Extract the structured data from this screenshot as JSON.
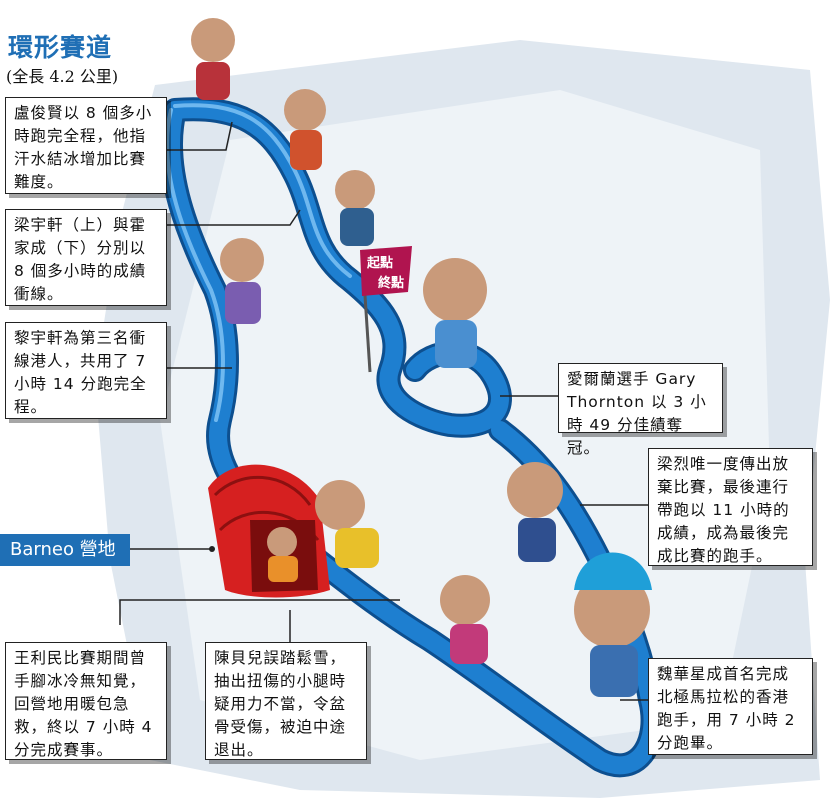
{
  "header": {
    "title": "環形賽道",
    "subtitle": "(全長 4.2 公里)"
  },
  "flag": {
    "line1": "起點",
    "line2": "終點"
  },
  "camp": {
    "label": "Barneo 營地"
  },
  "callouts": {
    "lu": "盧俊賢以 8 個多小時跑完全程，他指汗水結冰增加比賽難度。",
    "liang": "梁宇軒（上）與霍家成（下）分別以 8 個多小時的成績衝線。",
    "li": "黎宇軒為第三名衝線港人，共用了 7 小時 14 分跑完全程。",
    "gary": "愛爾蘭選手 Gary Thornton 以 3 小時 49 分佳績奪冠。",
    "leung": "梁烈唯一度傳出放棄比賽，最後連行帶跑以 11 小時的成績，成為最後完成比賽的跑手。",
    "wong": "王利民比賽期間曾手腳冰冷無知覺，回營地用暖包急救，終以 7 小時 4 分完成賽事。",
    "chan": "陳貝兒誤踏鬆雪，抽出扭傷的小腿時疑用力不當，令盆骨受傷，被迫中途退出。",
    "ngai": "魏華星成首名完成北極馬拉松的香港跑手，用 7 小時 2 分跑畢。"
  },
  "colors": {
    "track": "#1e7fd0",
    "track_dark": "#0d4f8f",
    "accent": "#1f6fb5",
    "flag": "#b0144f",
    "tent": "#d62020"
  }
}
